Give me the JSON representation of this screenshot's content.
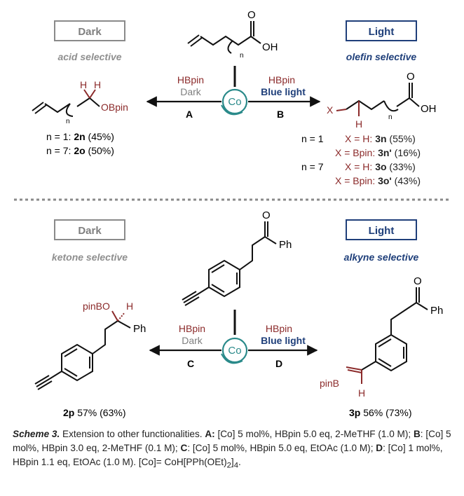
{
  "top": {
    "dark_label": "Dark",
    "light_label": "Light",
    "dark_selectivity": "acid selective",
    "light_selectivity": "olefin selective",
    "substrate": {
      "n_sub": "n",
      "oh": "OH",
      "o": "O"
    },
    "catalyst": "Co",
    "arrow_a": {
      "reagent": "HBpin",
      "condition": "Dark",
      "letter": "A"
    },
    "arrow_b": {
      "reagent": "HBpin",
      "condition": "Blue light",
      "letter": "B"
    },
    "product_left": {
      "h1": "H",
      "h2": "H",
      "obpin": "OBpin",
      "n_sub": "n"
    },
    "product_right": {
      "x": "X",
      "h": "H",
      "n_sub": "n",
      "oh": "OH",
      "o": "O"
    },
    "yields_left": [
      {
        "prefix": "n = 1: ",
        "code": "2n",
        "yield": " (45%)"
      },
      {
        "prefix": "n = 7: ",
        "code": "2o",
        "yield": " (50%)"
      }
    ],
    "yields_right": [
      {
        "n": "n = 1",
        "x": "X = H: ",
        "code": "3n",
        "yield": " (55%)"
      },
      {
        "n": "",
        "x": "X = Bpin: ",
        "code": "3n'",
        "yield": " (16%)"
      },
      {
        "n": "n = 7",
        "x": "X = H: ",
        "code": "3o",
        "yield": " (33%)"
      },
      {
        "n": "",
        "x": "X = Bpin: ",
        "code": "3o'",
        "yield": " (43%)"
      }
    ]
  },
  "bottom": {
    "dark_label": "Dark",
    "light_label": "Light",
    "dark_selectivity": "ketone selective",
    "light_selectivity": "alkyne selective",
    "substrate": {
      "o": "O",
      "ph": "Ph"
    },
    "catalyst": "Co",
    "arrow_c": {
      "reagent": "HBpin",
      "condition": "Dark",
      "letter": "C"
    },
    "arrow_d": {
      "reagent": "HBpin",
      "condition": "Blue light",
      "letter": "D"
    },
    "product_left": {
      "pinbo": "pinBO",
      "h": "H",
      "ph": "Ph",
      "code": "2p",
      "yield": "57% (63%)"
    },
    "product_right": {
      "o": "O",
      "ph": "Ph",
      "pinb": "pinB",
      "h": "H",
      "code": "3p",
      "yield": "56% (73%)"
    }
  },
  "caption": {
    "title": "Scheme 3.",
    "intro": " Extension to other functionalities. ",
    "conditions": [
      {
        "key": "A:",
        "text": " [Co] 5 mol%, HBpin 5.0 eq, 2-MeTHF (1.0 M); "
      },
      {
        "key": "B",
        "text": ": [Co] 5 mol%, HBpin 3.0 eq, 2-MeTHF (0.1 M); "
      },
      {
        "key": "C",
        "text": ": [Co] 5 mol%, HBpin 5.0 eq, EtOAc (1.0 M); "
      },
      {
        "key": "D",
        "text": ": [Co] 1 mol%, HBpin 1.1 eq, EtOAc (1.0 M). "
      }
    ],
    "co_def_a": "[Co]= CoH[PPh(OEt)",
    "co_def_sub": "2",
    "co_def_b": "]",
    "co_def_sub2": "4",
    "co_def_c": "."
  },
  "colors": {
    "dark": "#7f7f7f",
    "light": "#1f3f7a",
    "accent": "#8b2a2a",
    "catalyst": "#2a8a8a"
  }
}
